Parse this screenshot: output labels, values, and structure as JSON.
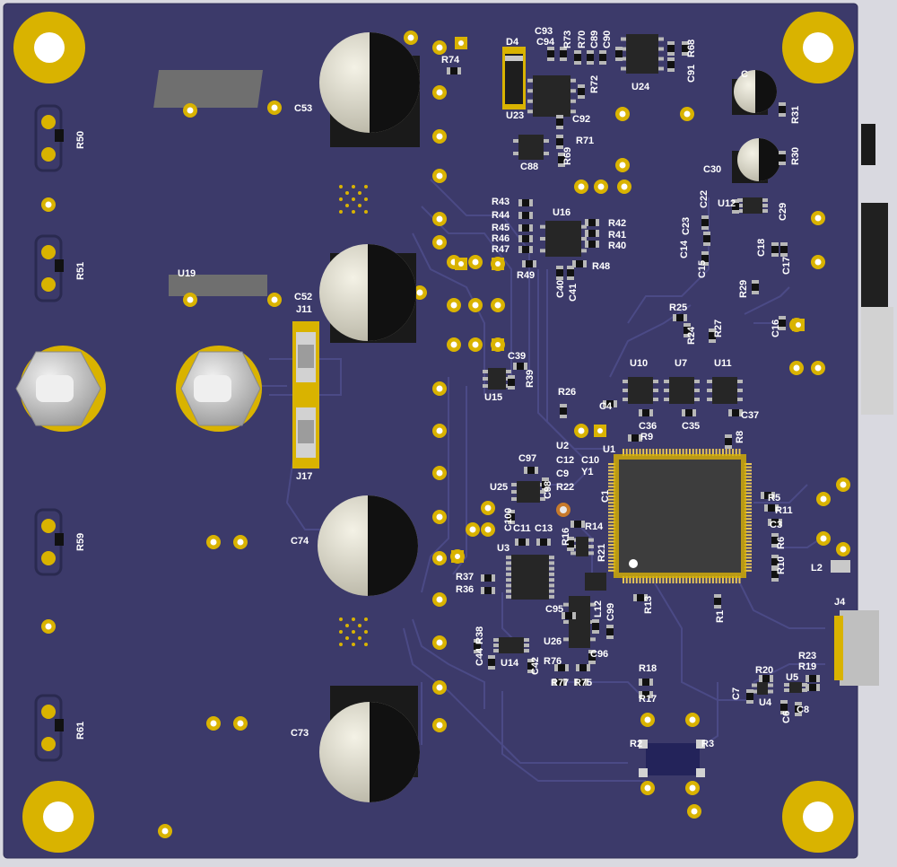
{
  "board": {
    "colors": {
      "substrate": "#3c3a6a",
      "substrate_edge": "#2e2d56",
      "trace": "#4b4a86",
      "gold": "#d9b300",
      "silkscreen": "#ffffff",
      "cap_body": "#d8d6c8",
      "ic_body": "#262626",
      "pad_silver": "#b8b8b8"
    },
    "labels": {
      "c53": "C53",
      "c52": "C52",
      "c74": "C74",
      "c73": "C73",
      "u19": "U19",
      "j11": "J11",
      "j17": "J17",
      "r74": "R74",
      "d4": "D4",
      "u23": "U23",
      "c88": "C88",
      "r69": "R69",
      "r71": "R71",
      "r72": "R72",
      "c92": "C92",
      "c93": "C93",
      "c94": "C94",
      "r73": "R73",
      "r70": "R70",
      "c89": "C89",
      "c90": "C90",
      "u24": "U24",
      "c91": "C91",
      "r68": "R68",
      "c_top": "C",
      "r31": "R31",
      "r30": "R30",
      "c30": "C30",
      "c22": "C22",
      "u12": "U12",
      "c29": "C29",
      "c23": "C23",
      "c14": "C14",
      "c15": "C15",
      "c18": "C18",
      "c17": "C17",
      "r29": "R29",
      "c16": "C16",
      "r50": "R50",
      "r51": "R51",
      "r59": "R59",
      "r61": "R61",
      "r43": "R43",
      "r44": "R44",
      "r45": "R45",
      "r46": "R46",
      "r47": "R47",
      "r49": "R49",
      "u16": "U16",
      "r42": "R42",
      "r41": "R41",
      "r40": "R40",
      "r48": "R48",
      "c40": "C40",
      "c41": "C41",
      "c39": "C39",
      "u15": "U15",
      "r39": "R39",
      "r25": "R25",
      "r24": "R24",
      "r27": "R27",
      "u10": "U10",
      "u7": "U7",
      "u11": "U11",
      "c36": "C36",
      "c35": "C35",
      "c37": "C37",
      "r26": "R26",
      "c4": "C4",
      "r9": "R9",
      "r8": "R8",
      "u2": "U2",
      "u1": "U1",
      "c12": "C12",
      "c10": "C10",
      "c9": "C9",
      "y1": "Y1",
      "r22": "R22",
      "c1": "C1",
      "c97": "C97",
      "u25": "U25",
      "c98": "C98",
      "c100": "C100",
      "u3": "U3",
      "c11": "C11",
      "c13": "C13",
      "r16": "R16",
      "r14": "R14",
      "r21": "R21",
      "r5": "R5",
      "r11": "R11",
      "c3": "C3",
      "r6": "R6",
      "r10": "R10",
      "l2": "L2",
      "r37": "R37",
      "r36": "R36",
      "c95": "C95",
      "l12": "L12",
      "c99": "C99",
      "r13": "R13",
      "r1": "R1",
      "r38": "R38",
      "c44": "C44",
      "u14": "U14",
      "c42": "C42",
      "u26": "U26",
      "r76": "R76",
      "c96": "C96",
      "r77": "R77",
      "r75": "R75",
      "r18": "R18",
      "r17": "R17",
      "j4": "J4",
      "r23": "R23",
      "r19": "R19",
      "r20": "R20",
      "u5": "U5",
      "c7": "C7",
      "u4": "U4",
      "c6": "C6",
      "c8": "C8",
      "r2": "R2",
      "r3": "R3"
    }
  }
}
